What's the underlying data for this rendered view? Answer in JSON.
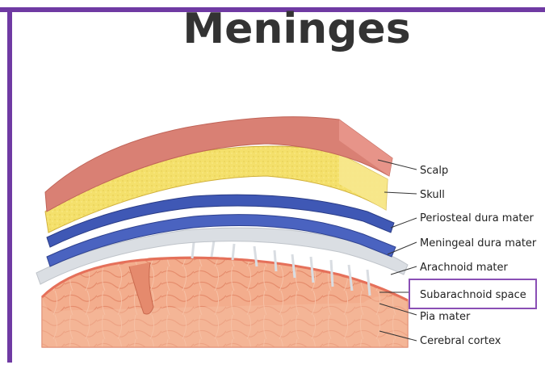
{
  "title": "Meninges",
  "colors": {
    "border": "#6f3aa3",
    "scalp": "#d97e74",
    "skull": "#f3df6a",
    "dura": "#3f58b5",
    "arachnoid": "#c9cdd3",
    "cortex": "#f2a888",
    "highlight_box": "#8a4fb5"
  },
  "labels": {
    "scalp": "Scalp",
    "skull": "Skull",
    "periosteal": "Periosteal dura mater",
    "meningeal": "Meningeal dura mater",
    "arachnoid": "Arachnoid mater",
    "subarachnoid": "Subarachnoid space",
    "pia": "Pia mater",
    "cortex": "Cerebral cortex"
  }
}
